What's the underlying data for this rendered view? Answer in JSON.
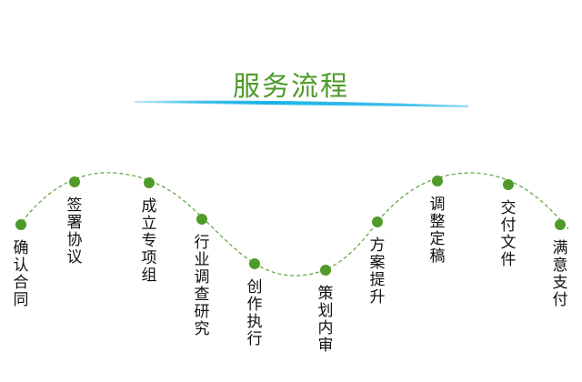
{
  "title": "服务流程",
  "colors": {
    "accent": "#4f9a2a",
    "underline": "#1ab3e6"
  },
  "steps": [
    {
      "label": "确认合同"
    },
    {
      "label": "签署协议"
    },
    {
      "label": "成立专项组"
    },
    {
      "label": "行业调查研究"
    },
    {
      "label": "创作执行"
    },
    {
      "label": "策划内审"
    },
    {
      "label": "方案提升"
    },
    {
      "label": "调整定稿"
    },
    {
      "label": "交付文件"
    },
    {
      "label": "满意支付"
    }
  ]
}
